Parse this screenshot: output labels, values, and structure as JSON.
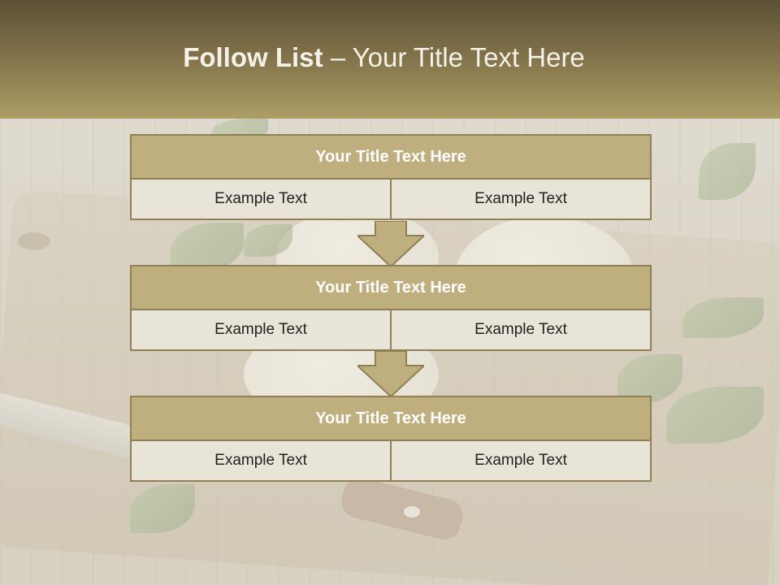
{
  "slide": {
    "title_bold": "Follow List",
    "title_rest": " – Your Title Text Here",
    "background_image": "cheese-basil-cutting-board-photo"
  },
  "steps": [
    {
      "title": "Your Title Text Here",
      "left": "Example Text",
      "right": "Example Text"
    },
    {
      "title": "Your Title Text Here",
      "left": "Example Text",
      "right": "Example Text"
    },
    {
      "title": "Your Title Text Here",
      "left": "Example Text",
      "right": "Example Text"
    }
  ],
  "colors": {
    "header_dark": "#5b5136",
    "header_light": "#ad9d67",
    "panel_title": "#bfae7e",
    "panel_border": "#8f7f55",
    "panel_cell": "#e8e4d8",
    "arrow": "#bfae7e"
  },
  "icons": {
    "connector": "down-arrow-icon"
  }
}
